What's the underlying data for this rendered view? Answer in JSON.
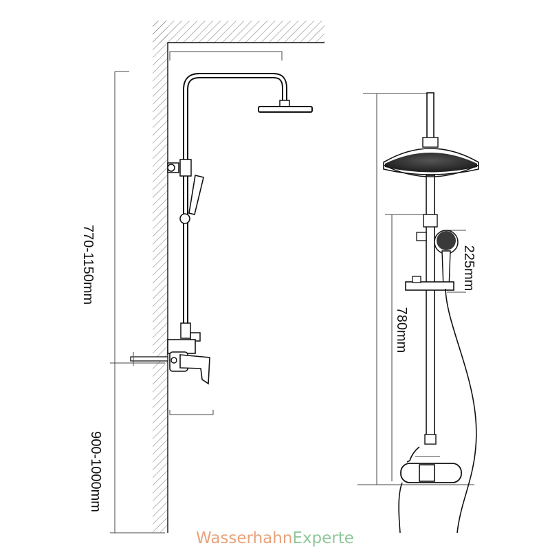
{
  "dimensions": {
    "overall_height": "770-1150mm",
    "mount_height": "900-1000mm",
    "handshower_height": "225mm",
    "bar_length": "780mm"
  },
  "watermark": {
    "part1": "Wasserhahn",
    "part2": "Experte",
    "color1": "#e8a27a",
    "color2": "#8fc79a"
  },
  "colors": {
    "line": "#111111",
    "hatch": "#888888",
    "shower_head_face": "#3a3a3a"
  },
  "icons": [
    "wall-hatch-icon",
    "shower-head-icon",
    "hand-shower-icon",
    "mixer-valve-icon",
    "hose-icon"
  ]
}
